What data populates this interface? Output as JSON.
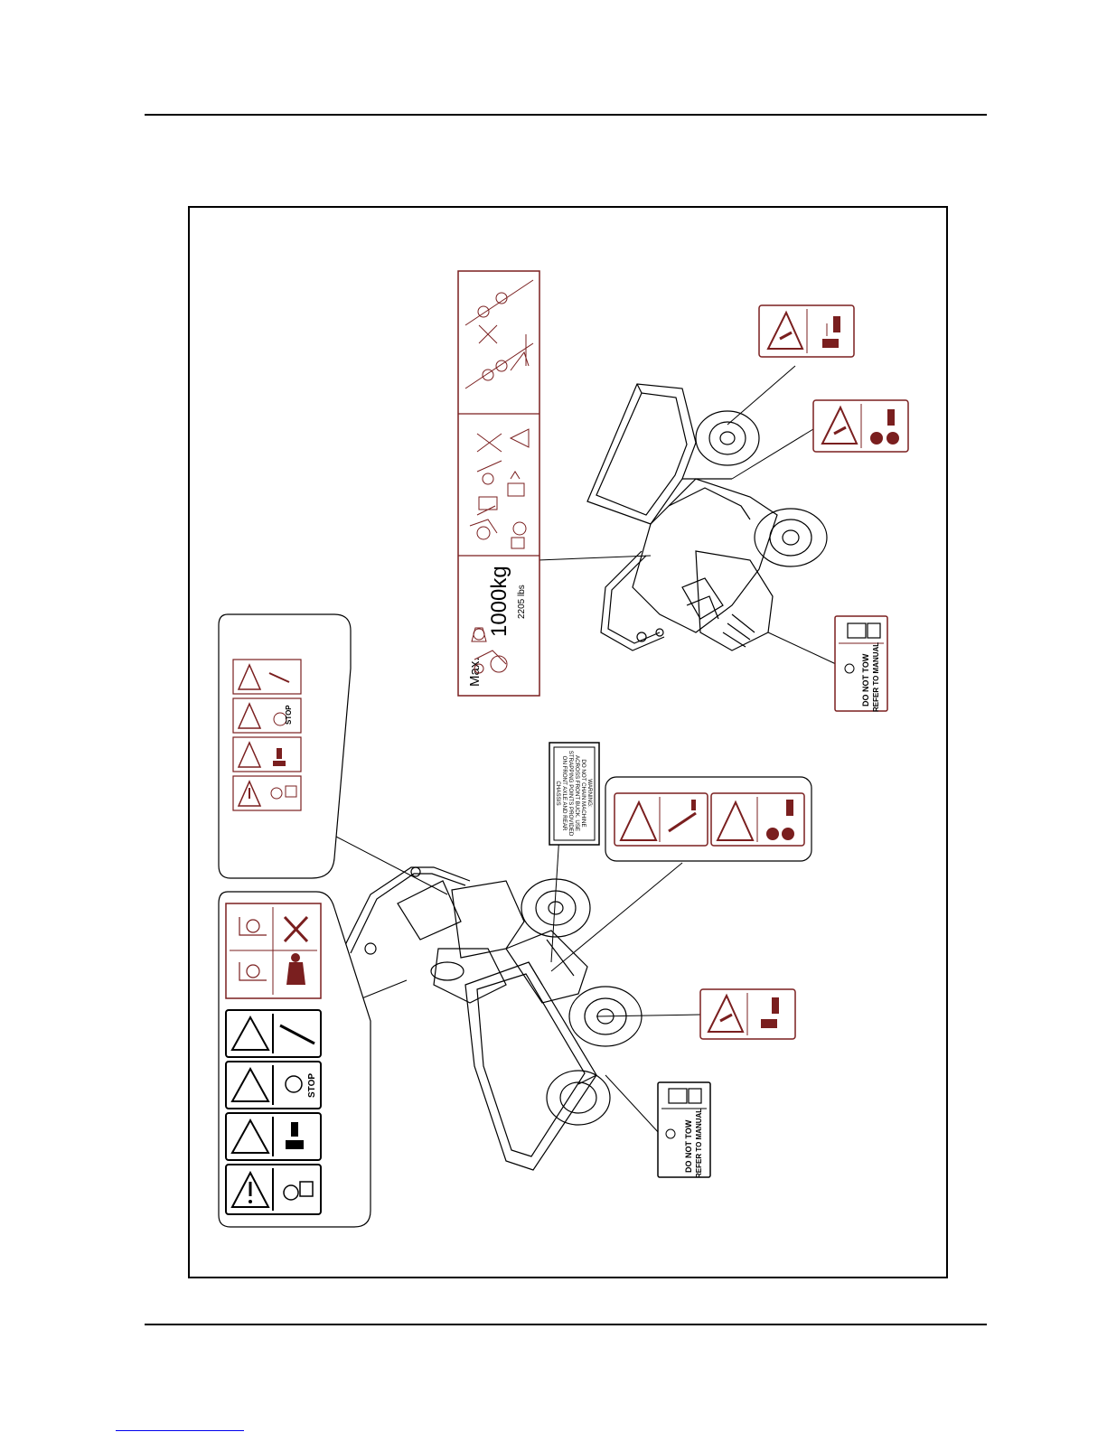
{
  "colors": {
    "decal_border": "#7a1f1f",
    "line": "#000000",
    "background": "#ffffff",
    "footer_link": "#0000ee"
  },
  "decals": {
    "load_limit": {
      "max_label": "Max.",
      "capacity_kg": "1000kg",
      "capacity_lbs": "2205 lbs"
    },
    "stop_label": "STOP",
    "do_not_tow": "DO NOT TOW",
    "refer_to_manual": "REFER TO MANUAL",
    "chain_warning": {
      "heading": "WARNING:",
      "line1": "DO NOT CHAIN MACHINE",
      "line2": "ACROSS FRONT BUCK. USE",
      "line3": "STRAPPING POINTS PROVIDED",
      "line4": "ON FRONT AXLE AND REAR",
      "line5": "CHASSIS"
    }
  },
  "icons": [
    "warning-triangle-icon",
    "crush-hazard-icon",
    "rotating-part-icon",
    "key-icon",
    "manual-book-icon",
    "tipping-hazard-icon"
  ]
}
